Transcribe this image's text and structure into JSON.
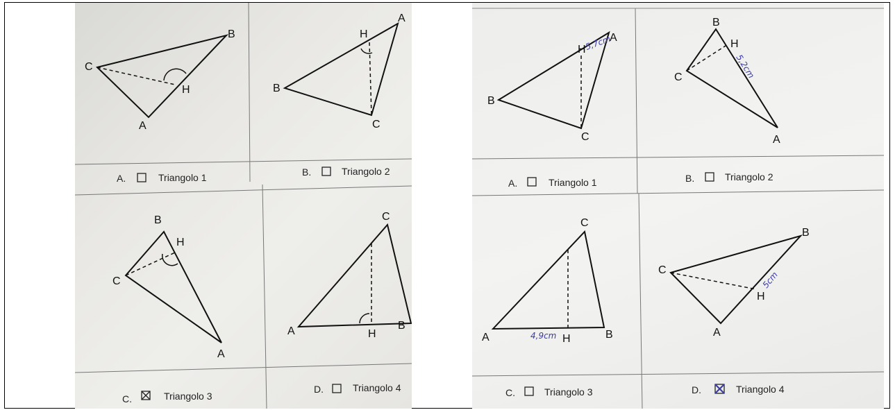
{
  "left_sheet": {
    "cells": [
      {
        "vertices": {
          "a": "A",
          "b": "B",
          "c": "C",
          "h": "H"
        },
        "option": {
          "letter": "A.",
          "label": "Triangolo 1",
          "checked": false
        }
      },
      {
        "vertices": {
          "a": "A",
          "b": "B",
          "c": "C",
          "h": "H"
        },
        "option": {
          "letter": "B.",
          "label": "Triangolo 2",
          "checked": false
        }
      },
      {
        "vertices": {
          "a": "A",
          "b": "B",
          "c": "C",
          "h": "H"
        },
        "option": {
          "letter": "C.",
          "label": "Triangolo 3",
          "checked": true
        }
      },
      {
        "vertices": {
          "a": "A",
          "b": "B",
          "c": "C",
          "h": "H"
        },
        "option": {
          "letter": "D.",
          "label": "Triangolo 4",
          "checked": false
        }
      }
    ]
  },
  "right_sheet": {
    "cells": [
      {
        "vertices": {
          "a": "A",
          "b": "B",
          "c": "C",
          "h": "H"
        },
        "measure": "5,7cm",
        "option": {
          "letter": "A.",
          "label": "Triangolo 1",
          "checked": false
        }
      },
      {
        "vertices": {
          "a": "A",
          "b": "B",
          "c": "C",
          "h": "H"
        },
        "measure": "5,2cm",
        "option": {
          "letter": "B.",
          "label": "Triangolo 2",
          "checked": false
        }
      },
      {
        "vertices": {
          "a": "A",
          "b": "B",
          "c": "C",
          "h": "H"
        },
        "measure": "4,9cm",
        "option": {
          "letter": "C.",
          "label": "Triangolo 3",
          "checked": false
        }
      },
      {
        "vertices": {
          "a": "A",
          "b": "B",
          "c": "C",
          "h": "H"
        },
        "measure": "5cm",
        "option": {
          "letter": "D.",
          "label": "Triangolo 4",
          "checked": true
        }
      }
    ]
  }
}
